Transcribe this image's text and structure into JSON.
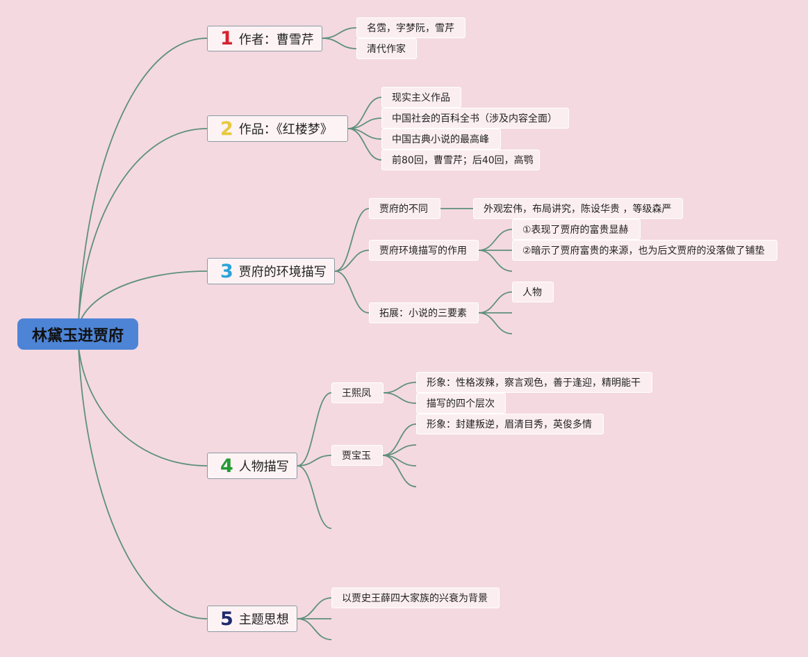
{
  "root": {
    "label": "林黛玉进贾府"
  },
  "colors": {
    "background": "#f4d9e0",
    "root_fill": "#4d84d6",
    "connector": "#5e8f7e",
    "num1": "#d6232f",
    "num2": "#e8c83c",
    "num3": "#2ba3d8",
    "num4": "#239b35",
    "num5": "#1e2a6e"
  },
  "branches": [
    {
      "num": "1",
      "label": "作者：曹雪芹",
      "children": [
        {
          "label": "名霑，字梦阮，雪芹"
        },
        {
          "label": "清代作家"
        }
      ]
    },
    {
      "num": "2",
      "label": "作品：《红楼梦》",
      "children": [
        {
          "label": "现实主义作品"
        },
        {
          "label": "中国社会的百科全书（涉及内容全面）"
        },
        {
          "label": "中国古典小说的最高峰"
        },
        {
          "label": "前80回，曹雪芹；后40回，高鹗"
        }
      ]
    },
    {
      "num": "3",
      "label": "贾府的环境描写",
      "children": [
        {
          "label": "贾府的不同",
          "children": [
            {
              "label": "外观宏伟，布局讲究，陈设华贵 ，等级森严"
            }
          ]
        },
        {
          "label": "贾府环境描写的作用",
          "children": [
            {
              "label": "①表现了贾府的富贵显赫"
            },
            {
              "label": "②暗示了贾府富贵的来源，也为后文贾府的没落做了铺垫"
            }
          ]
        },
        {
          "label": "拓展：小说的三要素",
          "children": [
            {
              "label": "人物"
            }
          ]
        }
      ]
    },
    {
      "num": "4",
      "label": "人物描写",
      "children": [
        {
          "label": "王熙凤",
          "children": [
            {
              "label": "形象：性格泼辣，察言观色，善于逢迎，精明能干"
            },
            {
              "label": "描写的四个层次"
            }
          ]
        },
        {
          "label": "贾宝玉",
          "children": [
            {
              "label": "形象：封建叛逆，眉清目秀，英俊多情"
            }
          ]
        }
      ]
    },
    {
      "num": "5",
      "label": "主题思想",
      "children": [
        {
          "label": "以贾史王薛四大家族的兴衰为背景"
        }
      ]
    }
  ]
}
